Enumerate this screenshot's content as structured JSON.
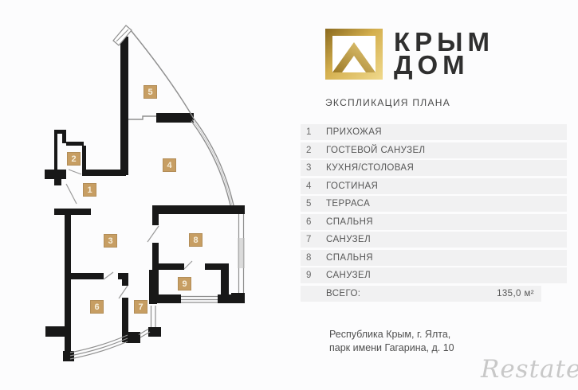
{
  "logo": {
    "icon": "gold-house-in-square",
    "line1": "КРЫМ",
    "line2": "ДОМ"
  },
  "header": {
    "title": "ЭКСПЛИКАЦИЯ ПЛАНА"
  },
  "table": {
    "rows": [
      {
        "num": "1",
        "name": "ПРИХОЖАЯ"
      },
      {
        "num": "2",
        "name": "ГОСТЕВОЙ САНУЗЕЛ"
      },
      {
        "num": "3",
        "name": "КУХНЯ/СТОЛОВАЯ"
      },
      {
        "num": "4",
        "name": "ГОСТИНАЯ"
      },
      {
        "num": "5",
        "name": "ТЕРРАСА"
      },
      {
        "num": "6",
        "name": "СПАЛЬНЯ"
      },
      {
        "num": "7",
        "name": "САНУЗЕЛ"
      },
      {
        "num": "8",
        "name": "СПАЛЬНЯ"
      },
      {
        "num": "9",
        "name": "САНУЗЕЛ"
      }
    ],
    "total_label": "ВСЕГО:",
    "total_value": "135,0 м²"
  },
  "address": {
    "line1": "Республика Крым, г. Ялта,",
    "line2": "парк имени Гагарина, д. 10"
  },
  "watermark": "Restate",
  "plan": {
    "labels": [
      {
        "number": "1"
      },
      {
        "number": "2"
      },
      {
        "number": "3"
      },
      {
        "number": "4"
      },
      {
        "number": "5"
      },
      {
        "number": "6"
      },
      {
        "number": "7"
      },
      {
        "number": "8"
      },
      {
        "number": "9"
      }
    ],
    "colors": {
      "wall": "#181818",
      "label_bg": "#c79e63",
      "logo_gold": "#b98c2f"
    }
  }
}
